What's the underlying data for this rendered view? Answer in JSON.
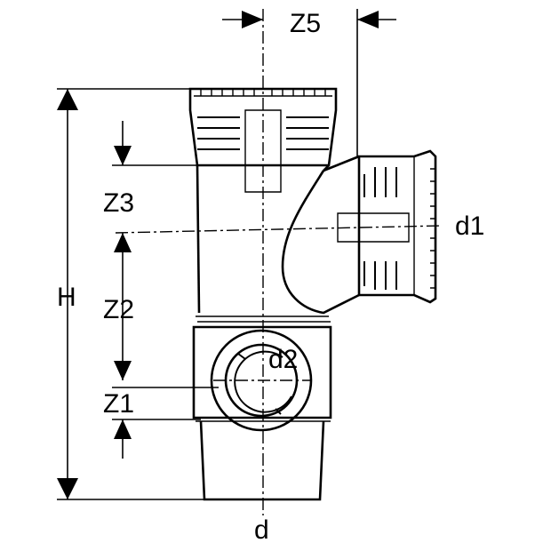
{
  "labels": {
    "z5": "Z5",
    "z3": "Z3",
    "z2": "Z2",
    "z1": "Z1",
    "h": "H",
    "d": "d",
    "d1": "d1",
    "d2": "d2"
  },
  "colors": {
    "line": "#000000",
    "background": "#ffffff"
  }
}
